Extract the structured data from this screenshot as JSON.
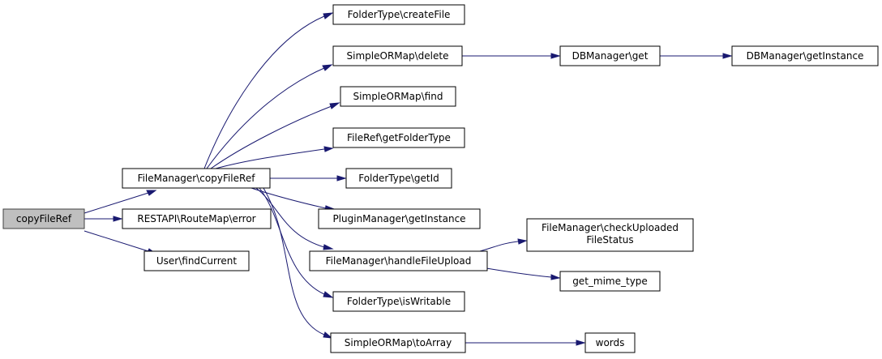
{
  "nodes": [
    {
      "id": "copyFileRef",
      "label": "copyFileRef",
      "root": true
    },
    {
      "id": "copyFileRefFM",
      "label": "FileManager\\copyFileRef"
    },
    {
      "id": "routeMapError",
      "label": "RESTAPI\\RouteMap\\error"
    },
    {
      "id": "findCurrent",
      "label": "User\\findCurrent"
    },
    {
      "id": "createFile",
      "label": "FolderType\\createFile"
    },
    {
      "id": "ormDelete",
      "label": "SimpleORMap\\delete"
    },
    {
      "id": "ormFind",
      "label": "SimpleORMap\\find"
    },
    {
      "id": "getFolderType",
      "label": "FileRef\\getFolderType"
    },
    {
      "id": "getId",
      "label": "FolderType\\getId"
    },
    {
      "id": "pmGetInstance",
      "label": "PluginManager\\getInstance"
    },
    {
      "id": "handleFileUpload",
      "label": "FileManager\\handleFileUpload"
    },
    {
      "id": "isWritable",
      "label": "FolderType\\isWritable"
    },
    {
      "id": "toArray",
      "label": "SimpleORMap\\toArray"
    },
    {
      "id": "dbGet",
      "label": "DBManager\\get"
    },
    {
      "id": "dbGetInstance",
      "label": "DBManager\\getInstance"
    },
    {
      "id": "checkUploaded",
      "label": "FileManager\\checkUploaded",
      "label2": "FileStatus"
    },
    {
      "id": "getMimeType",
      "label": "get_mime_type"
    },
    {
      "id": "words",
      "label": "words"
    }
  ],
  "edges": [
    {
      "from": "copyFileRef",
      "to": "copyFileRefFM"
    },
    {
      "from": "copyFileRef",
      "to": "routeMapError"
    },
    {
      "from": "copyFileRef",
      "to": "findCurrent"
    },
    {
      "from": "copyFileRefFM",
      "to": "createFile"
    },
    {
      "from": "copyFileRefFM",
      "to": "ormDelete"
    },
    {
      "from": "copyFileRefFM",
      "to": "ormFind"
    },
    {
      "from": "copyFileRefFM",
      "to": "getFolderType"
    },
    {
      "from": "copyFileRefFM",
      "to": "getId"
    },
    {
      "from": "copyFileRefFM",
      "to": "pmGetInstance"
    },
    {
      "from": "copyFileRefFM",
      "to": "handleFileUpload"
    },
    {
      "from": "copyFileRefFM",
      "to": "isWritable"
    },
    {
      "from": "copyFileRefFM",
      "to": "toArray"
    },
    {
      "from": "ormDelete",
      "to": "dbGet"
    },
    {
      "from": "dbGet",
      "to": "dbGetInstance"
    },
    {
      "from": "handleFileUpload",
      "to": "checkUploaded"
    },
    {
      "from": "handleFileUpload",
      "to": "getMimeType"
    },
    {
      "from": "toArray",
      "to": "words"
    }
  ]
}
